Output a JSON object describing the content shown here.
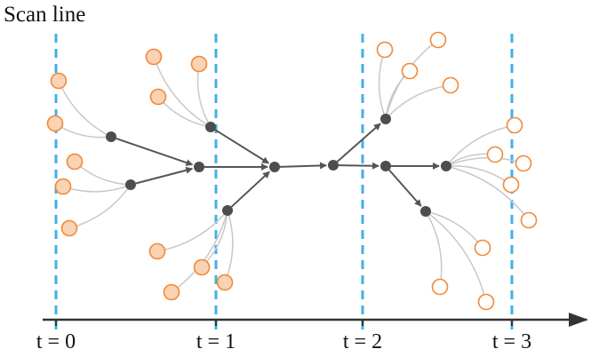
{
  "title": "Scan line",
  "colors": {
    "scan_line": "#3fb0e8",
    "axis": "#333333",
    "node": "#4d4d4d",
    "edge": "#555555",
    "leaf_stroke": "#f08a3a",
    "leaf_fill_filled": "#fad2b4",
    "leaf_fill_hollow": "#ffffff",
    "connector": "#c8c8c8"
  },
  "time_labels": [
    "t = 0",
    "t = 1",
    "t = 2",
    "t = 3"
  ]
}
